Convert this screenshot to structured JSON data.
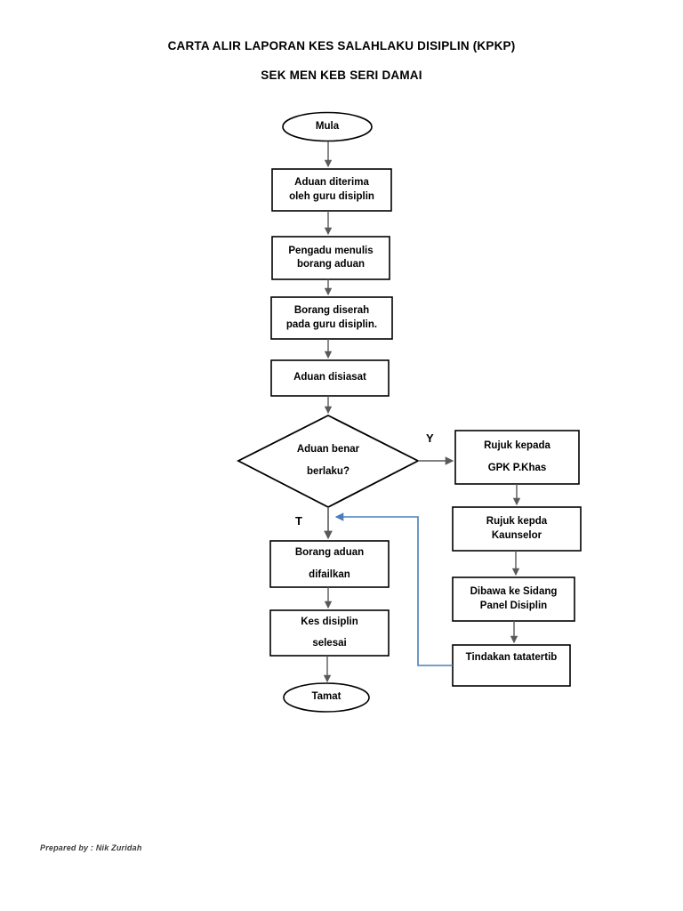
{
  "document": {
    "title_line_1": "CARTA ALIR LAPORAN KES SALAHLAKU DISIPLIN (KPKP)",
    "title_line_2": "SEK MEN KEB SERI DAMAI",
    "footer": "Prepared by : Nik Zuridah"
  },
  "chart_data": {
    "type": "diagram",
    "diagram_kind": "flowchart",
    "title": "CARTA ALIR LAPORAN KES SALAHLAKU DISIPLIN (KPKP)",
    "subtitle": "SEK MEN KEB SERI DAMAI",
    "nodes": [
      {
        "id": "start",
        "shape": "ellipse",
        "lines": [
          "Mula"
        ]
      },
      {
        "id": "n1",
        "shape": "rect",
        "lines": [
          "Aduan diterima",
          "oleh guru disiplin"
        ]
      },
      {
        "id": "n2",
        "shape": "rect",
        "lines": [
          "Pengadu menulis",
          "borang aduan"
        ]
      },
      {
        "id": "n3",
        "shape": "rect",
        "lines": [
          "Borang diserah",
          "pada guru disiplin."
        ]
      },
      {
        "id": "n4",
        "shape": "rect",
        "lines": [
          "Aduan disiasat"
        ]
      },
      {
        "id": "decision",
        "shape": "diamond",
        "lines": [
          "Aduan benar",
          "berlaku?"
        ]
      },
      {
        "id": "r1",
        "shape": "rect",
        "lines": [
          "Rujuk  kepada",
          "GPK P.Khas"
        ]
      },
      {
        "id": "r2",
        "shape": "rect",
        "lines": [
          "Rujuk kepda",
          "Kaunselor"
        ]
      },
      {
        "id": "r3",
        "shape": "rect",
        "lines": [
          "Dibawa ke Sidang",
          "Panel Disiplin"
        ]
      },
      {
        "id": "r4",
        "shape": "rect",
        "lines": [
          "Tindakan tatatertib"
        ]
      },
      {
        "id": "l1",
        "shape": "rect",
        "lines": [
          "Borang aduan",
          "difailkan"
        ]
      },
      {
        "id": "l2",
        "shape": "rect",
        "lines": [
          "Kes disiplin",
          "selesai"
        ]
      },
      {
        "id": "end",
        "shape": "ellipse",
        "lines": [
          "Tamat"
        ]
      }
    ],
    "edges": [
      {
        "from": "start",
        "to": "n1",
        "label": "",
        "color": "#595959"
      },
      {
        "from": "n1",
        "to": "n2",
        "label": "",
        "color": "#595959"
      },
      {
        "from": "n2",
        "to": "n3",
        "label": "",
        "color": "#595959"
      },
      {
        "from": "n3",
        "to": "n4",
        "label": "",
        "color": "#595959"
      },
      {
        "from": "n4",
        "to": "decision",
        "label": "",
        "color": "#595959"
      },
      {
        "from": "decision",
        "to": "r1",
        "label": "Y",
        "color": "#595959"
      },
      {
        "from": "decision",
        "to": "l1",
        "label": "T",
        "color": "#595959"
      },
      {
        "from": "r1",
        "to": "r2",
        "label": "",
        "color": "#595959"
      },
      {
        "from": "r2",
        "to": "r3",
        "label": "",
        "color": "#595959"
      },
      {
        "from": "r3",
        "to": "r4",
        "label": "",
        "color": "#595959"
      },
      {
        "from": "r4",
        "to": "l1",
        "label": "",
        "color": "#4a7ebb",
        "style": "feedback-loop"
      },
      {
        "from": "l1",
        "to": "l2",
        "label": "",
        "color": "#595959"
      },
      {
        "from": "l2",
        "to": "end",
        "label": "",
        "color": "#595959"
      }
    ],
    "branch_labels": {
      "yes": "Y",
      "no": "T"
    },
    "colors": {
      "node_stroke": "#000000",
      "node_fill": "#ffffff",
      "connector": "#595959",
      "feedback_connector": "#4a7ebb",
      "text": "#000000"
    }
  },
  "nodes": {
    "start": {
      "label": "Mula"
    },
    "n1": {
      "line1": "Aduan diterima",
      "line2": "oleh guru disiplin"
    },
    "n2": {
      "line1": "Pengadu menulis",
      "line2": "borang aduan"
    },
    "n3": {
      "line1": "Borang diserah",
      "line2": "pada guru disiplin."
    },
    "n4": {
      "line1": "Aduan disiasat"
    },
    "decision": {
      "line1": "Aduan benar",
      "line2": "berlaku?"
    },
    "r1": {
      "line1": "Rujuk  kepada",
      "line2": "GPK P.Khas"
    },
    "r2": {
      "line1": "Rujuk kepda",
      "line2": "Kaunselor"
    },
    "r3": {
      "line1": "Dibawa ke Sidang",
      "line2": "Panel Disiplin"
    },
    "r4": {
      "line1": "Tindakan tatatertib"
    },
    "l1": {
      "line1": "Borang aduan",
      "line2": "difailkan"
    },
    "l2": {
      "line1": "Kes disiplin",
      "line2": "selesai"
    },
    "end": {
      "label": "Tamat"
    }
  },
  "labels": {
    "yes": "Y",
    "no": "T"
  }
}
